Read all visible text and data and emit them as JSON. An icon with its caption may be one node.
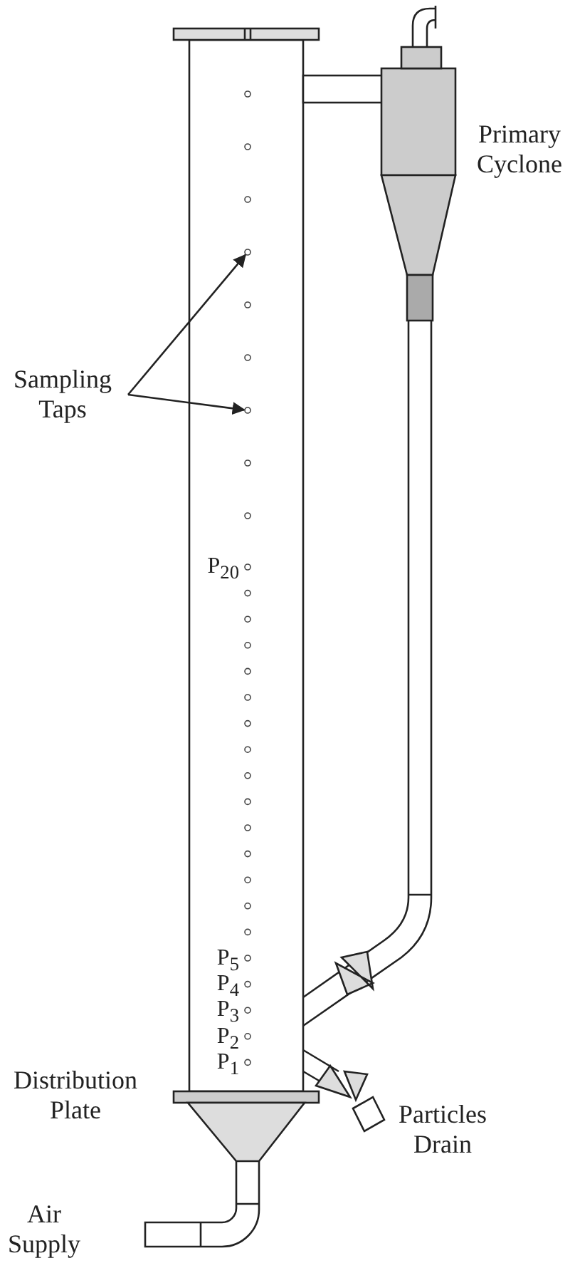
{
  "diagram": {
    "nodes": [
      {
        "text": [
          "Sampling Taps"
        ]
      },
      {
        "text": [],
        "shape": "circle"
      },
      {
        "text": [],
        "shape": "circle"
      }
    ],
    "edges": [
      {
        "from": 0,
        "to": 1,
        "arrow": "to"
      },
      {
        "from": 0,
        "to": 2,
        "arrow": "to"
      }
    ],
    "labels": [
      "Primary Cyclone",
      "P$_{20}$",
      "P$_{5}$",
      "P$_{4}$",
      "P$_{3}$",
      "P$_{2}$",
      "P$_{1}$",
      "Distribution Plate",
      "Particles Drain",
      "Air Supply"
    ]
  }
}
